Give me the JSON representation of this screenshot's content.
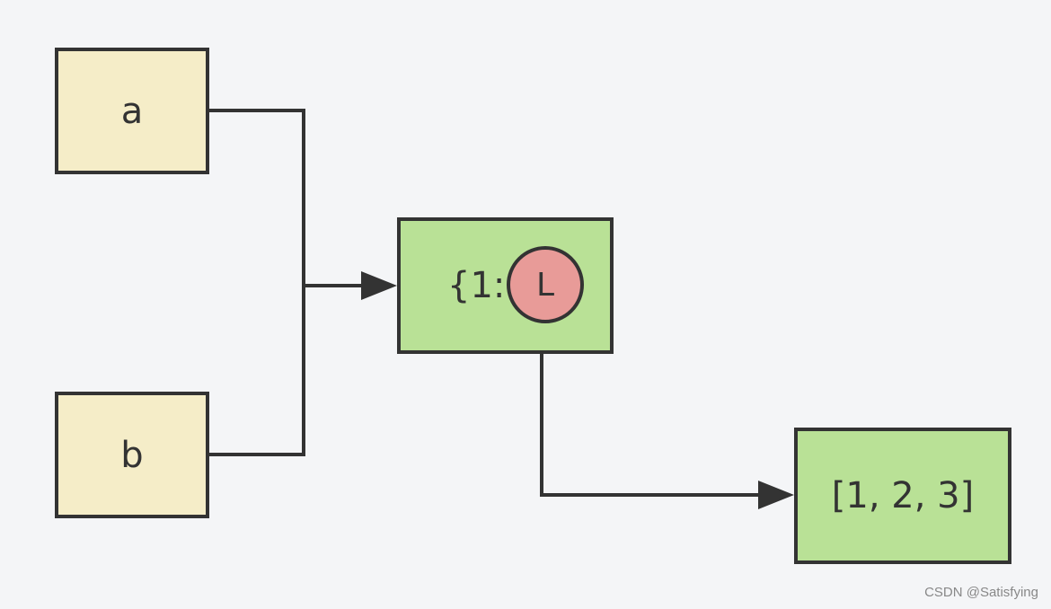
{
  "nodes": {
    "a": {
      "label": "a"
    },
    "b": {
      "label": "b"
    },
    "dict": {
      "key_text": "{1:",
      "ref_label": "L"
    },
    "list": {
      "label": "[1, 2, 3]"
    }
  },
  "watermark": "CSDN @Satisfying",
  "colors": {
    "background": "#f4f5f7",
    "variable_fill": "#f5edc8",
    "object_fill": "#b9e196",
    "reference_fill": "#e89b98",
    "stroke": "#333333"
  }
}
